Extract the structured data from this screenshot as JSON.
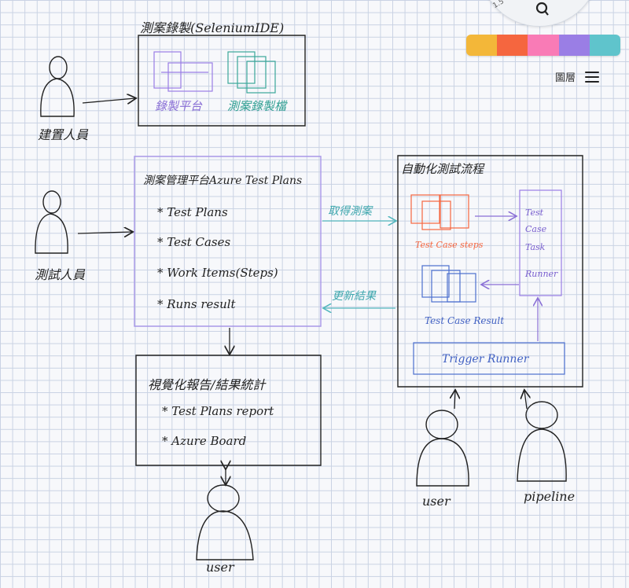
{
  "toolbar": {
    "zoom_value": "1.5",
    "palette": [
      {
        "name": "yellow",
        "color": "#f3b739"
      },
      {
        "name": "orange",
        "color": "#f5663f"
      },
      {
        "name": "pink",
        "color": "#f97bb6"
      },
      {
        "name": "purple",
        "color": "#9a7ee5"
      },
      {
        "name": "teal",
        "color": "#5fc4cc"
      }
    ],
    "layers_label": "圖層"
  },
  "sketch": {
    "recording_box": {
      "title": "測案錄製(SeleniumIDE)",
      "left_label": "錄製平台",
      "right_label": "測案錄製檔"
    },
    "person_top": "建置人員",
    "management_box": {
      "title": "測案管理平台Azure Test Plans",
      "items": [
        "* Test Plans",
        "* Test Cases",
        "* Work Items(Steps)",
        "* Runs result"
      ]
    },
    "person_middle": "測試人員",
    "report_box": {
      "title": "視覺化報告/結果統計",
      "items": [
        "* Test Plans report",
        "* Azure Board"
      ]
    },
    "person_bottom": "user",
    "automation_box": {
      "title": "自動化測試流程",
      "steps_label": "Test Case steps",
      "runner_label": [
        "Test",
        "Case",
        "Task",
        "Runner"
      ],
      "result_label": "Test Case Result",
      "trigger_label": "Trigger   Runner"
    },
    "arrow_fetch": "取得測案",
    "arrow_update": "更新結果",
    "person_user": "user",
    "person_pipeline": "pipeline"
  }
}
